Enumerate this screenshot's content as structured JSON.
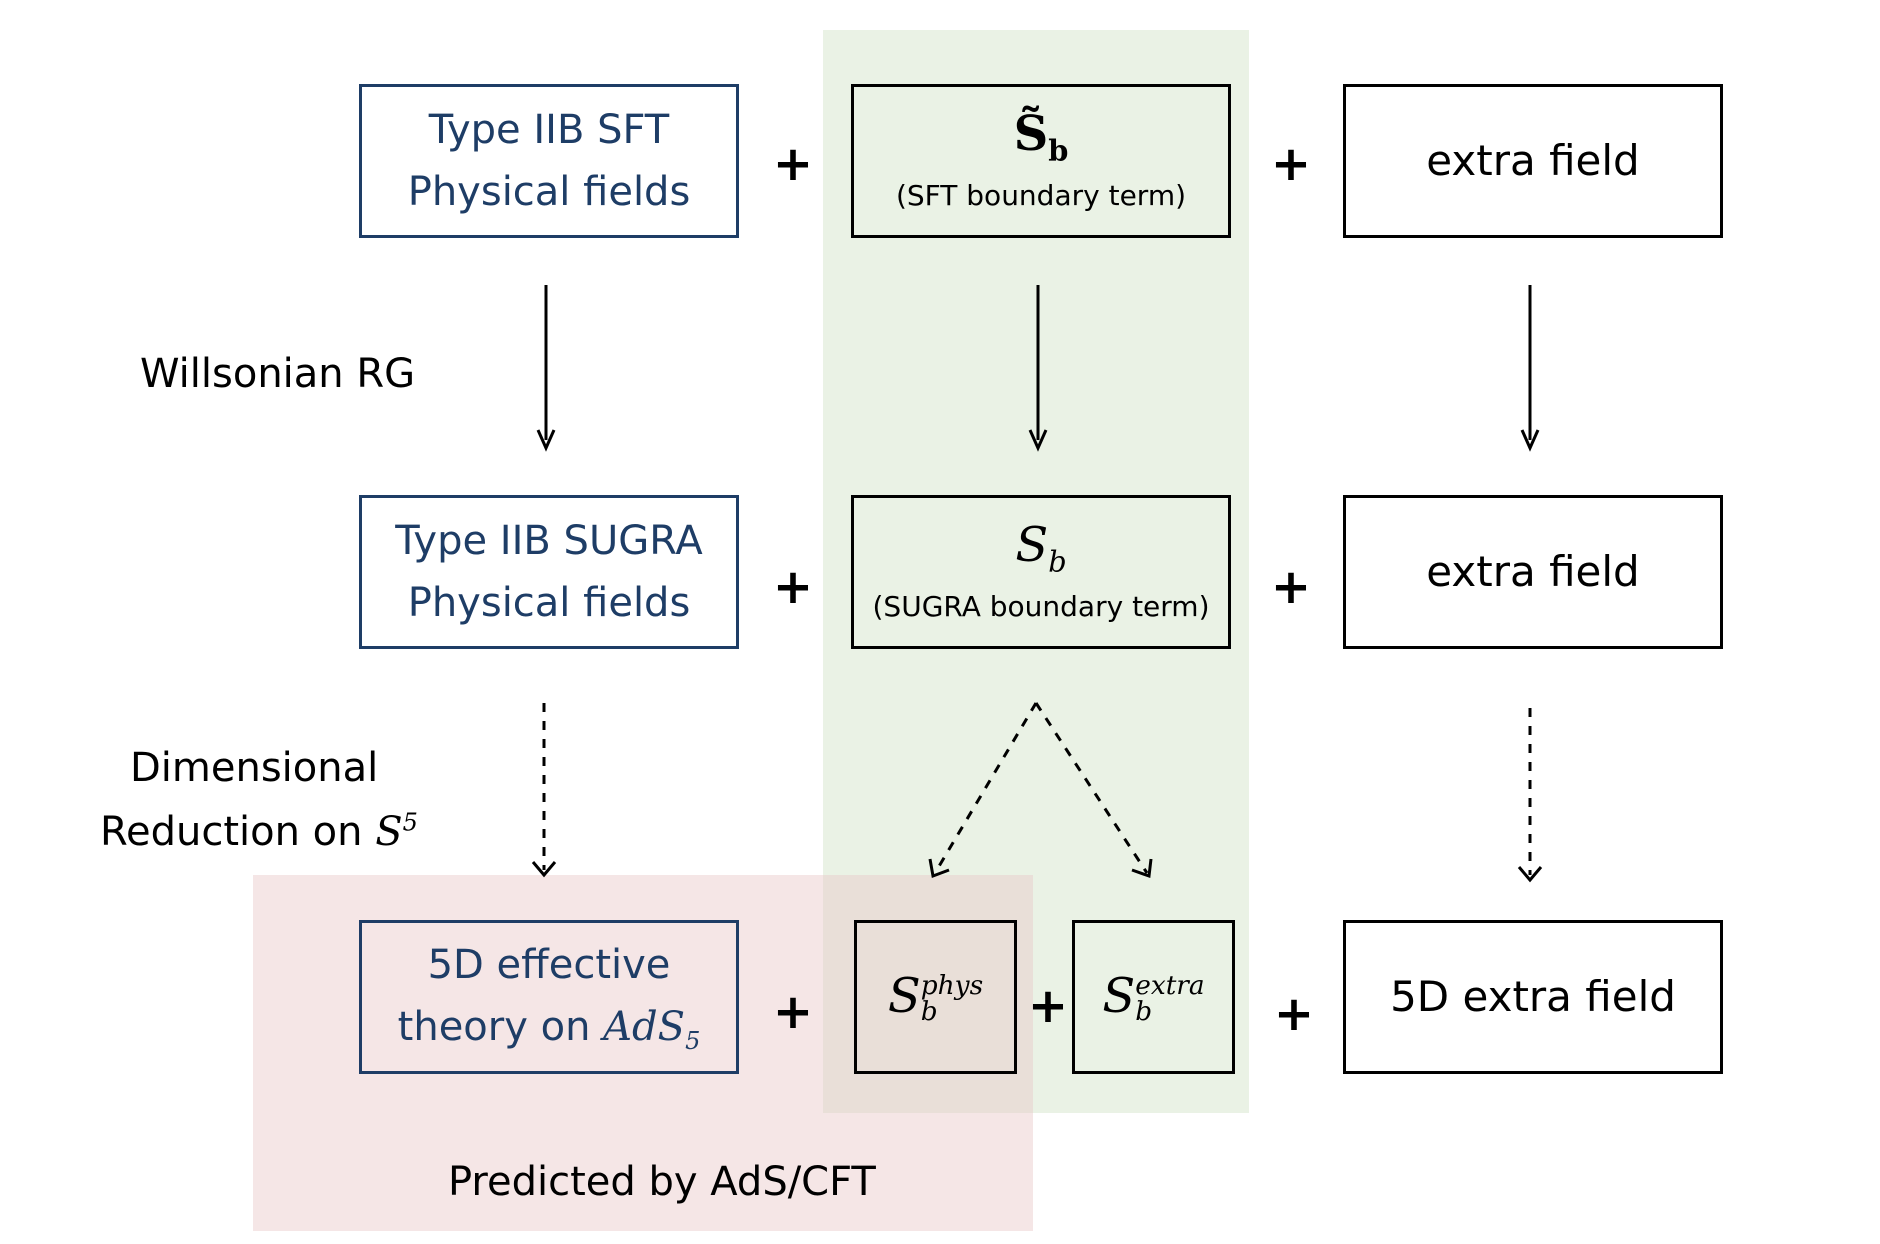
{
  "colors": {
    "green_band": "#eaf2e5",
    "pink_band": "#e8c8c8",
    "blue_text": "#1e3d66"
  },
  "row1": {
    "left_line1": "Type IIB SFT",
    "left_line2": "Physical fields",
    "middle_symbol": "S̃",
    "middle_sub": "b",
    "middle_caption": "(SFT boundary term)",
    "right": "extra field"
  },
  "row2": {
    "left_line1": "Type IIB SUGRA",
    "left_line2": "Physical fields",
    "middle_symbol": "S",
    "middle_sub": "b",
    "middle_caption": "(SUGRA boundary term)",
    "right": "extra field"
  },
  "row3": {
    "left_line1": "5D effective",
    "left_line2_text": "theory on ",
    "left_line2_math": "AdS",
    "left_line2_sub": "5",
    "phys_symbol": "S",
    "phys_sup": "phys",
    "phys_sub": "b",
    "extra_symbol": "S",
    "extra_sup": "extra",
    "extra_sub": "b",
    "right": "5D extra field"
  },
  "plus": "+",
  "labels": {
    "willsonian": "Willsonian RG",
    "dimred_line1": "Dimensional",
    "dimred_line2": "Reduction on ",
    "dimred_math": "S",
    "dimred_sup": "5",
    "predicted": "Predicted by AdS/CFT"
  }
}
